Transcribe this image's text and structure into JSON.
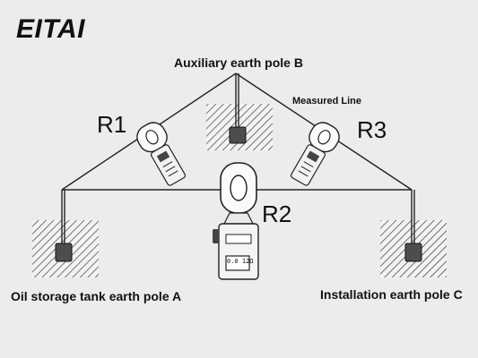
{
  "brand": "EITAI",
  "labels": {
    "pole_b": "Auxiliary earth pole B",
    "measured_line": "Measured Line",
    "pole_a": "Oil storage tank earth pole A",
    "pole_c": "Installation earth pole C",
    "r1": "R1",
    "r2": "R2",
    "r3": "R3"
  },
  "meter_display": "0.0 12Ω"
}
